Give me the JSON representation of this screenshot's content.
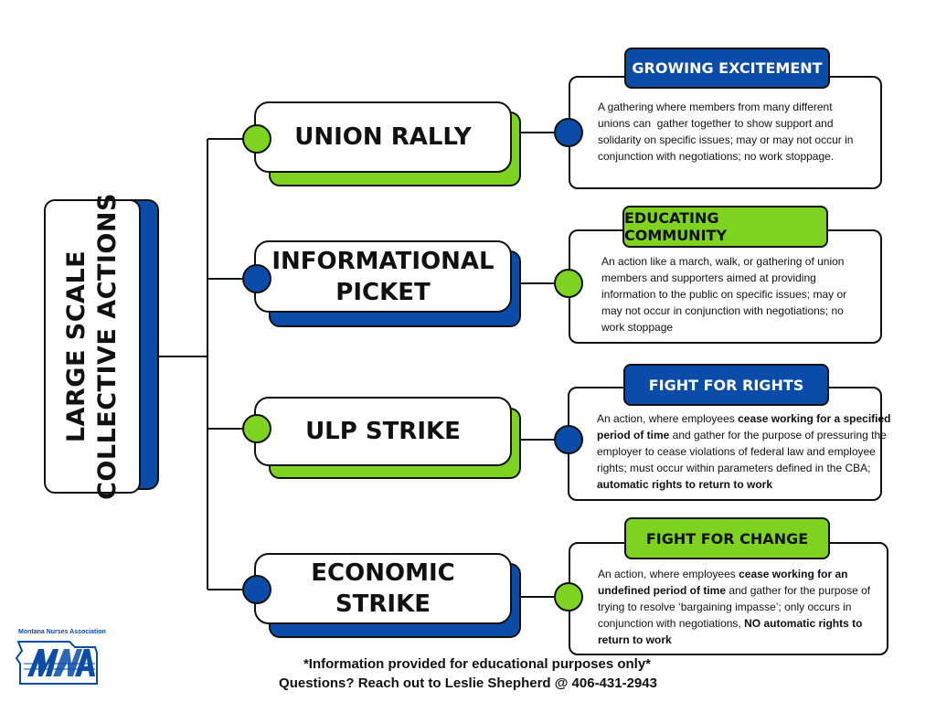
{
  "main_title": [
    "LARGE SCALE",
    "COLLECTIVE ACTIONS"
  ],
  "actions": [
    {
      "title": [
        "UNION RALLY"
      ],
      "badge": "GROWING EXCITEMENT",
      "desc": [
        [
          {
            "t": "A gathering where members from many different"
          }
        ],
        [
          {
            "t": "unions can  gather together to show support and"
          }
        ],
        [
          {
            "t": "solidarity on specific issues; may or may not occur in"
          }
        ],
        [
          {
            "t": "conjunction with negotiations; no work stoppage."
          }
        ]
      ]
    },
    {
      "title": [
        "INFORMATIONAL",
        "PICKET"
      ],
      "badge": "EDUCATING COMMUNITY",
      "desc": [
        [
          {
            "t": "An action like a march, walk, or gathering of union"
          }
        ],
        [
          {
            "t": "members and supporters aimed at providing"
          }
        ],
        [
          {
            "t": "information to the public on specific issues; may or"
          }
        ],
        [
          {
            "t": "may not occur in conjunction with negotiations; no"
          }
        ],
        [
          {
            "t": "work stoppage"
          }
        ]
      ]
    },
    {
      "title": [
        "ULP STRIKE"
      ],
      "badge": "FIGHT FOR RIGHTS",
      "desc": [
        [
          {
            "t": "An action, where employees "
          },
          {
            "t": "cease working for a specified",
            "b": true
          }
        ],
        [
          {
            "t": "period of time",
            "b": true
          },
          {
            "t": " and gather for the purpose of pressuring the"
          }
        ],
        [
          {
            "t": "employer to cease violations of federal law and employee"
          }
        ],
        [
          {
            "t": "rights; must occur within parameters defined in the CBA;"
          }
        ],
        [
          {
            "t": "automatic rights to return to work",
            "b": true
          }
        ]
      ]
    },
    {
      "title": [
        "ECONOMIC",
        "STRIKE"
      ],
      "badge": "FIGHT FOR CHANGE",
      "desc": [
        [
          {
            "t": "An action, where employees "
          },
          {
            "t": "cease working for an",
            "b": true
          }
        ],
        [
          {
            "t": "undefined period of time",
            "b": true
          },
          {
            "t": " and gather for the purpose of"
          }
        ],
        [
          {
            "t": "trying to resolve ‘bargaining impasse’; only occurs in"
          }
        ],
        [
          {
            "t": "conjunction with negotiations, "
          },
          {
            "t": "NO automatic rights to",
            "b": true
          }
        ],
        [
          {
            "t": "return to work",
            "b": true
          }
        ]
      ]
    }
  ],
  "footer": {
    "line1": "*Information provided for educational purposes only*",
    "line2": "Questions? Reach out to Leslie Shepherd @ 406-431-2943"
  },
  "logo": {
    "name": "Montana Nurses Association",
    "letters": "MNA"
  },
  "colors": {
    "green": "#7ed321",
    "blue": "#0b4ca8",
    "outline": "#111111"
  }
}
